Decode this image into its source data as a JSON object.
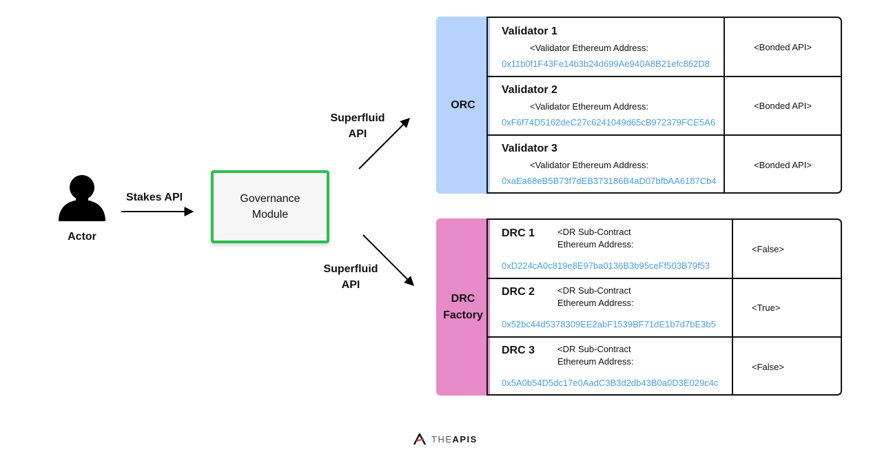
{
  "actor": {
    "label": "Actor"
  },
  "edges": {
    "stakes": "Stakes API",
    "superfluid_top": "Superfluid\nAPI",
    "superfluid_bottom": "Superfluid\nAPI"
  },
  "governance": {
    "label": "Governance\nModule"
  },
  "orc": {
    "tab_label": "ORC",
    "tab_color": "#b5d3fd",
    "rows": [
      {
        "title": "Validator 1",
        "subtitle": "<Validator Ethereum Address:",
        "address": "0x11b0f1F43Fe14b3b24d699Ae940A8B21efc862D8",
        "value": "<Bonded API>"
      },
      {
        "title": "Validator 2",
        "subtitle": "<Validator Ethereum Address:",
        "address": "0xF6f74D5162deC27c6241049d65cB972379FCE5A6",
        "value": "<Bonded API>"
      },
      {
        "title": "Validator 3",
        "subtitle": "<Validator Ethereum Address:",
        "address": "0xaEa68eB5B73f7dEB373186B4aD07bfbAA6187Cb4",
        "value": "<Bonded API>"
      }
    ]
  },
  "drc": {
    "tab_label": "DRC\nFactory",
    "tab_color": "#e68ac8",
    "rows": [
      {
        "title": "DRC 1",
        "subtitle": "<DR Sub-Contract\nEthereum Address:",
        "address": "0xD224cA0c819e8E97ba0136B3b95ceFf503B79f53",
        "value": "<False>"
      },
      {
        "title": "DRC 2",
        "subtitle": "<DR Sub-Contract\nEthereum Address:",
        "address": "0x52bc44d5378309EE2abF1539BF71dE1b7d7bE3b5",
        "value": "<True>"
      },
      {
        "title": "DRC 3",
        "subtitle": "<DR Sub-Contract\nEthereum Address:",
        "address": "0x5A0b54D5dc17e0AadC3B3d2db43B0a0D3E029c4c",
        "value": "<False>"
      }
    ]
  },
  "colors": {
    "governance_border": "#2dbf4f",
    "address_text": "#4a9ee6"
  },
  "footer": {
    "logo_light": "THE",
    "logo_bold": "APIS",
    "logo_icon": "theapis-logo-icon"
  }
}
